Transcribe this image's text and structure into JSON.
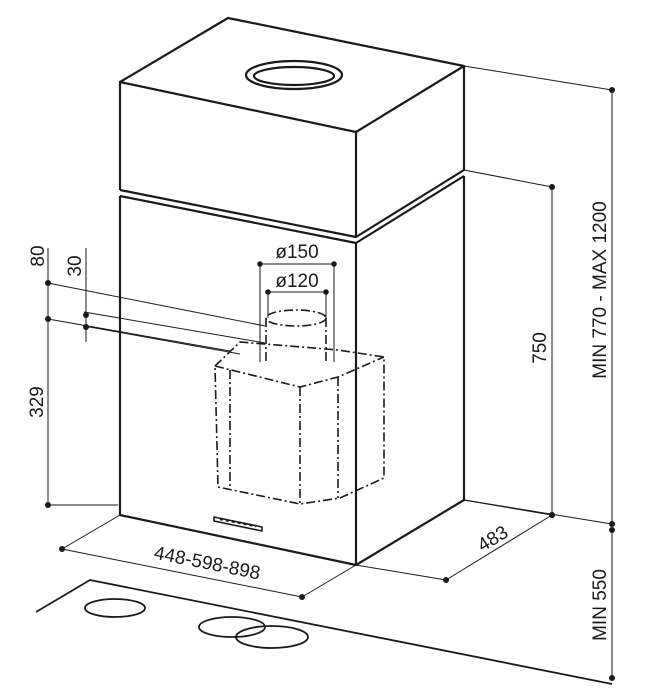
{
  "dimensions": {
    "height_range": "MIN 770 - MAX 1200",
    "chimney_height": "750",
    "min_clearance": "MIN 550",
    "depth": "483",
    "width_options": "448-598-898",
    "duct_outer": "ø150",
    "duct_inner": "ø120",
    "offset_80": "80",
    "offset_30": "30",
    "outlet_height": "329"
  }
}
